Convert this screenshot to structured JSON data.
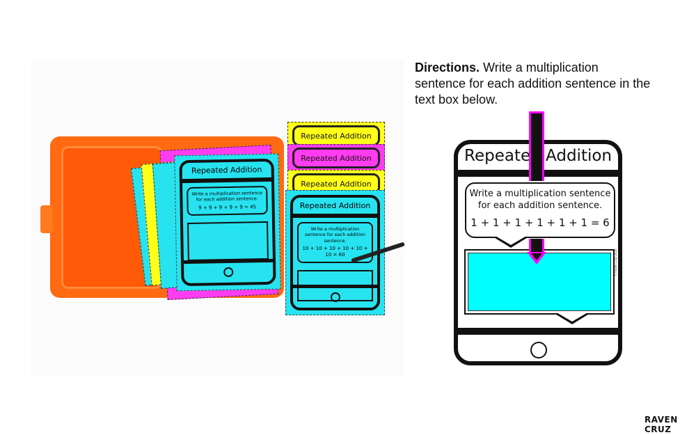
{
  "photo": {
    "cards": [
      {
        "title": "Repeated Addition",
        "instruction": "Write a multiplication sentence for each addition sentence.",
        "equation": "9 + 9 + 9 + 9 + 9 = 45"
      },
      {
        "title": "Repeated Addition",
        "instruction": "Write a multiplication sentence for each addition sentence.",
        "equation": "10 + 10 + 10 + 10 + 10 + 10 = 60"
      }
    ],
    "tabs": [
      {
        "title": "Repeated Addition",
        "color": "#ffff1a"
      },
      {
        "title": "Repeated Addition",
        "color": "#ff3cf0"
      },
      {
        "title": "Repeated Addition",
        "color": "#ffff1a"
      }
    ],
    "box_color": "#ff6a12",
    "card_color": "#27e3f0"
  },
  "directions": {
    "label": "Directions.",
    "text": " Write a multiplication sentence for each addition sentence in the text box below."
  },
  "task_card": {
    "title": "Repeated Addition",
    "instruction_line1": "Write a multiplication sentence",
    "instruction_line2": "for each addition sentence.",
    "equation": "1 + 1 + 1 + 1 + 1 + 1 = 6",
    "answer_box_color": "#00ffff",
    "copyright": "© Raven Cruz 2020"
  },
  "arrow_color": "#ff00ff",
  "logo": "RAVEN CRUZ"
}
